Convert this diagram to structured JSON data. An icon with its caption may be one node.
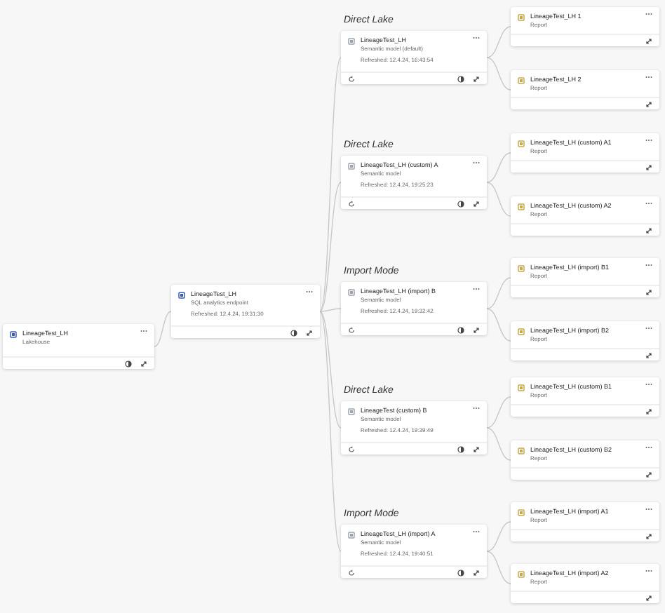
{
  "diagram": {
    "nodes": [
      {
        "text": [
          "LineageTest_LH",
          "Lakehouse"
        ]
      },
      {
        "text": [
          "LineageTest_LH",
          "SQL analytics endpoint",
          "Refreshed: 12.4.24, 19:31:30"
        ]
      },
      {
        "text": [
          "Direct Lake",
          "LineageTest_LH",
          "Semantic model (default)",
          "Refreshed: 12.4.24, 16:43:54"
        ]
      },
      {
        "text": [
          "Direct Lake",
          "LineageTest_LH (custom) A",
          "Semantic model",
          "Refreshed: 12.4.24, 19:25:23"
        ]
      },
      {
        "text": [
          "Import Mode",
          "LineageTest_LH (import) B",
          "Semantic model",
          "Refreshed: 12.4.24, 19:32:42"
        ]
      },
      {
        "text": [
          "Direct Lake",
          "LineageTest (custom) B",
          "Semantic model",
          "Refreshed: 12.4.24, 19:39:49"
        ]
      },
      {
        "text": [
          "Import Mode",
          "LineageTest_LH (import) A",
          "Semantic model",
          "Refreshed: 12.4.24, 19:40:51"
        ]
      },
      {
        "text": [
          "LineageTest_LH 1",
          "Report"
        ]
      },
      {
        "text": [
          "LineageTest_LH 2",
          "Report"
        ]
      },
      {
        "text": [
          "LineageTest_LH (custom) A1",
          "Report"
        ]
      },
      {
        "text": [
          "LineageTest_LH (custom) A2",
          "Report"
        ]
      },
      {
        "text": [
          "LineageTest_LH (import) B1",
          "Report"
        ]
      },
      {
        "text": [
          "LineageTest_LH (import) B2",
          "Report"
        ]
      },
      {
        "text": [
          "LineageTest_LH (custom) B1",
          "Report"
        ]
      },
      {
        "text": [
          "LineageTest_LH (custom) B2",
          "Report"
        ]
      },
      {
        "text": [
          "LineageTest_LH (import) A1",
          "Report"
        ]
      },
      {
        "text": [
          "LineageTest_LH (import) A2",
          "Report"
        ]
      }
    ],
    "edges": [
      {
        "from": 0,
        "to": 1,
        "arrow": "none"
      },
      {
        "from": 1,
        "to": 2,
        "arrow": "none"
      },
      {
        "from": 1,
        "to": 3,
        "arrow": "none"
      },
      {
        "from": 1,
        "to": 4,
        "arrow": "none"
      },
      {
        "from": 1,
        "to": 5,
        "arrow": "none"
      },
      {
        "from": 1,
        "to": 6,
        "arrow": "none"
      },
      {
        "from": 2,
        "to": 7,
        "arrow": "none"
      },
      {
        "from": 2,
        "to": 8,
        "arrow": "none"
      },
      {
        "from": 3,
        "to": 9,
        "arrow": "none"
      },
      {
        "from": 3,
        "to": 10,
        "arrow": "none"
      },
      {
        "from": 4,
        "to": 11,
        "arrow": "none"
      },
      {
        "from": 4,
        "to": 12,
        "arrow": "none"
      },
      {
        "from": 5,
        "to": 13,
        "arrow": "none"
      },
      {
        "from": 5,
        "to": 14,
        "arrow": "none"
      },
      {
        "from": 6,
        "to": 15,
        "arrow": "none"
      },
      {
        "from": 6,
        "to": 16,
        "arrow": "none"
      }
    ]
  }
}
